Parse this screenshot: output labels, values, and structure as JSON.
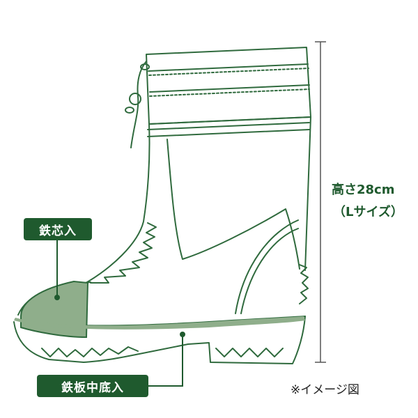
{
  "labels": {
    "steel_toe": "鉄芯入",
    "steel_midsole": "鉄板中底入"
  },
  "dimension": {
    "height_text": "高さ28cm",
    "size_text": "（Lサイズ）"
  },
  "note": "※イメージ図",
  "colors": {
    "brand_green": "#1f5a2e",
    "highlight_green": "#8fae8b",
    "line_green": "#2f6a3d"
  }
}
